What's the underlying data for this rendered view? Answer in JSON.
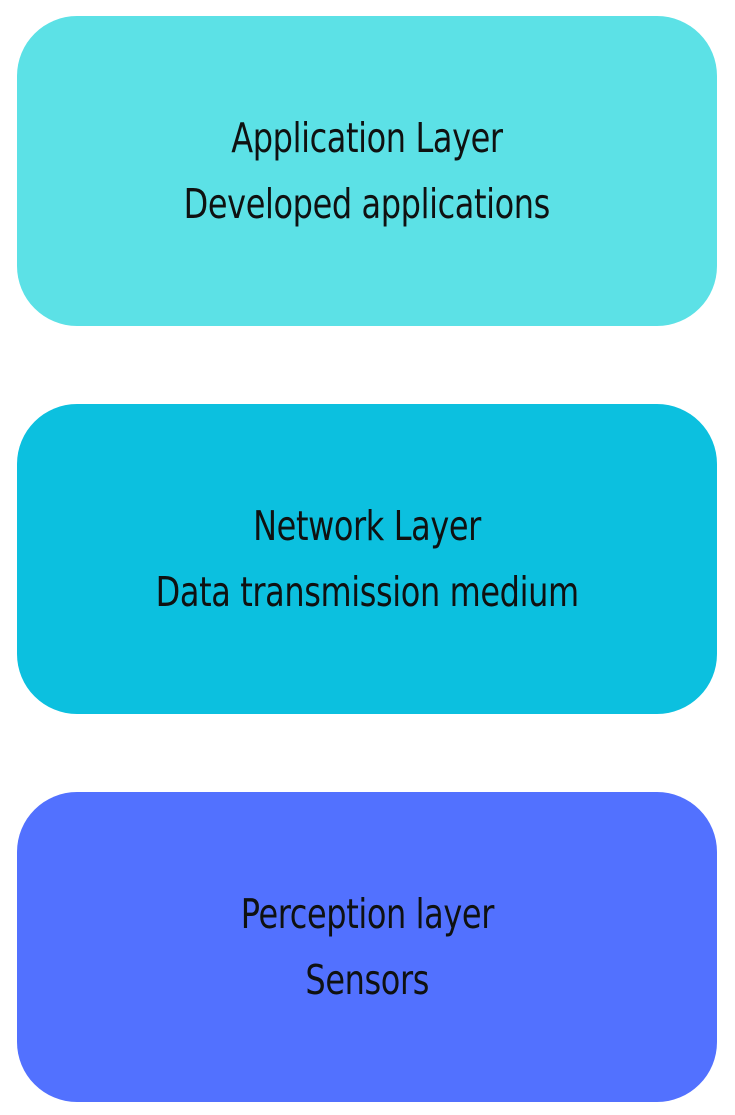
{
  "layers": [
    {
      "title": "Application Layer",
      "subtitle": "Developed applications",
      "color": "#5ce1e6"
    },
    {
      "title": "Network Layer",
      "subtitle": "Data transmission medium",
      "color": "#0cc0df"
    },
    {
      "title": "Perception layer",
      "subtitle": "Sensors",
      "color": "#5271ff"
    }
  ]
}
